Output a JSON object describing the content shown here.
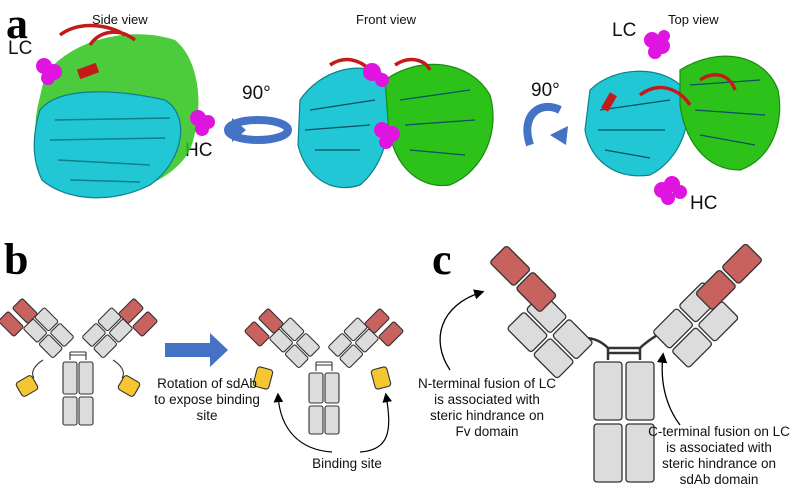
{
  "panel_a": {
    "letter": "a",
    "views": [
      {
        "title": "Side view",
        "lc": "LC",
        "hc": "HC"
      },
      {
        "title": "Front view"
      },
      {
        "title": "Top view",
        "lc": "LC",
        "hc": "HC"
      }
    ],
    "rotation_1": "90°",
    "rotation_2": "90°"
  },
  "panel_b": {
    "letter": "b",
    "arrow_caption": [
      "Rotation of sdAb",
      "to expose binding",
      "site"
    ],
    "binding_caption": "Binding site"
  },
  "panel_c": {
    "letter": "c",
    "n_term_caption": [
      "N-terminal fusion of LC",
      "is associated with",
      "steric hindrance on",
      "Fv domain"
    ],
    "c_term_caption": [
      "C-terminal fusion on LC",
      "is associated with",
      "steric hindrance on",
      "sdAb domain"
    ]
  },
  "colors": {
    "cyan_chain": "#22c7d6",
    "green_chain": "#2dc21a",
    "cdr_red": "#c41a1a",
    "sphere_magenta": "#e014e0",
    "sdab_red": "#c8625f",
    "domain_grey": "#dcdcdc",
    "sdab_yellow": "#f5c631",
    "arrow_blue": "#4472c4"
  }
}
